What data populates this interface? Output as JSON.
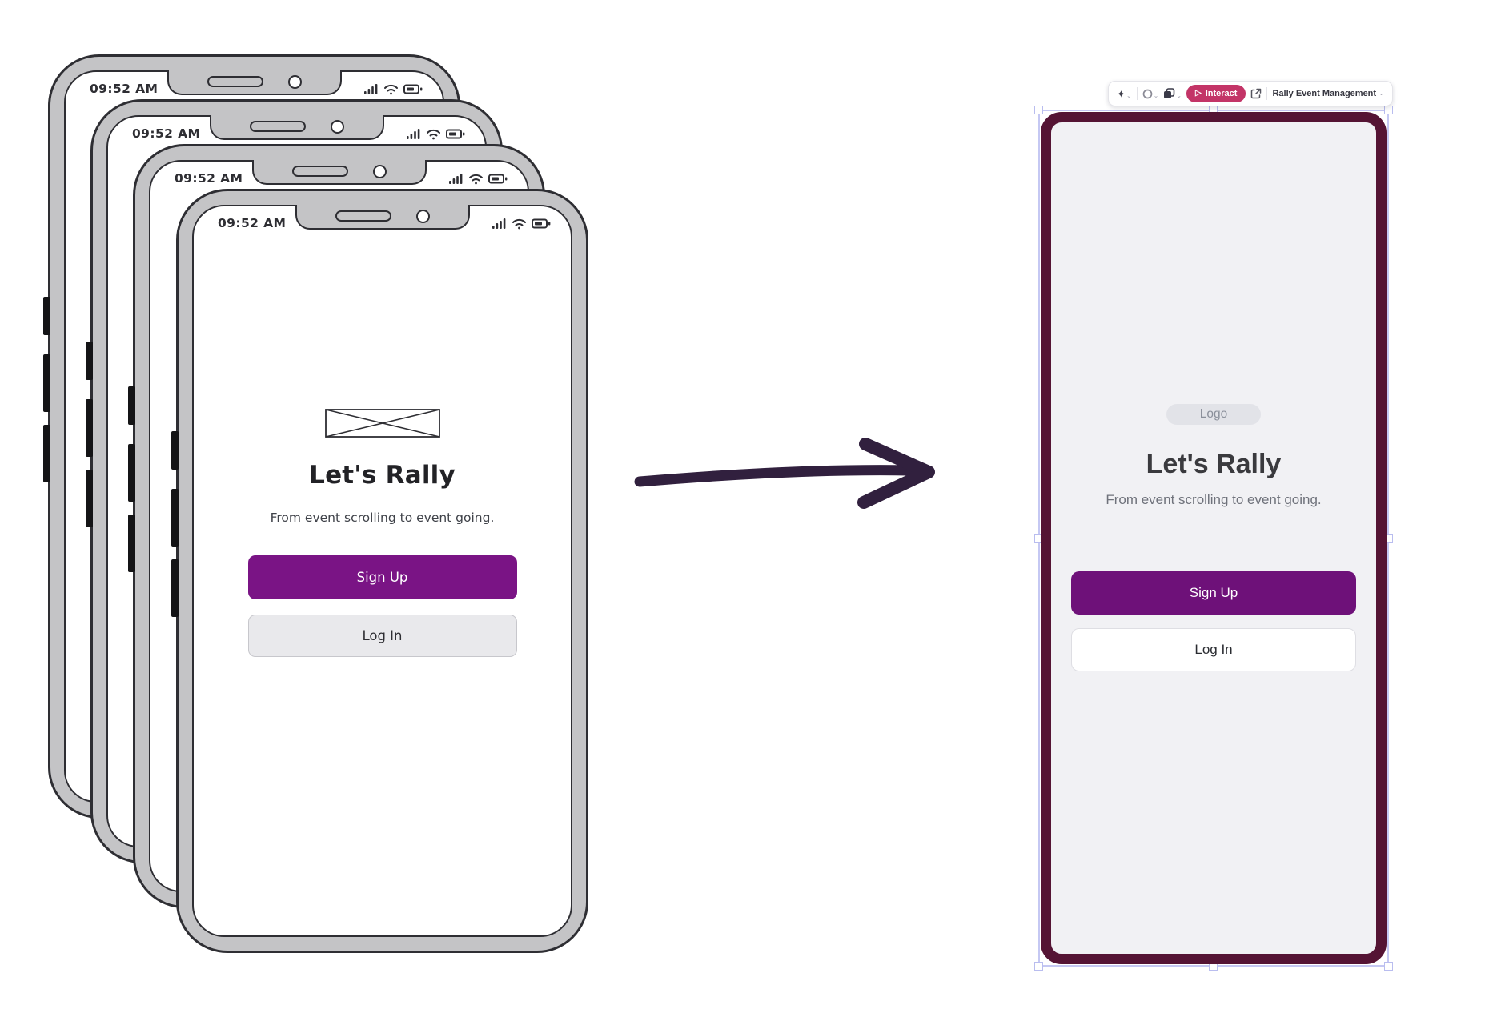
{
  "wireframe": {
    "status": {
      "time": "09:52 AM"
    },
    "screen": {
      "title": "Let's Rally",
      "tagline": "From event scrolling to event going.",
      "signup_label": "Sign Up",
      "login_label": "Log In"
    },
    "colors": {
      "frame_gray": "#C4C4C6",
      "outline": "#2E2E33",
      "button_purple": "#7A1485",
      "login_bg": "#E9E9EC"
    }
  },
  "arrow": {
    "color": "#31203E"
  },
  "editor": {
    "toolbar": {
      "interact_label": "Interact",
      "project_name": "Rally Event Management",
      "icons": {
        "sparkle": "✦",
        "play": "▷",
        "chevron_down": "⌄"
      }
    },
    "screen": {
      "logo_label": "Logo",
      "title": "Let's Rally",
      "tagline": "From event scrolling to event going.",
      "signup_label": "Sign Up",
      "login_label": "Log In"
    },
    "colors": {
      "frame_border": "#551434",
      "screen_bg": "#F1F1F4",
      "button_purple": "#6E1179",
      "interact_pink": "#C33467",
      "selection": "#C5C8F3"
    }
  }
}
